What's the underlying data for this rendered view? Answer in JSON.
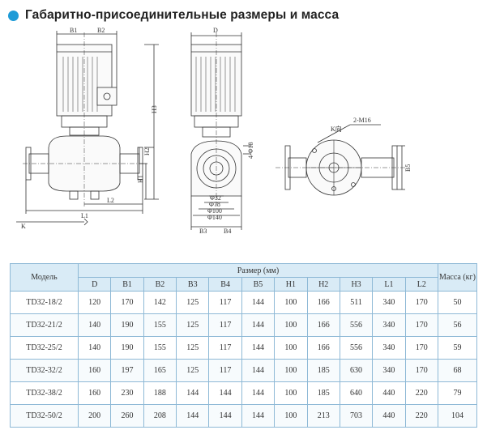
{
  "header": {
    "title": "Габаритно-присоединительные размеры и масса",
    "accent_color": "#1e9bd7"
  },
  "drawing": {
    "labels": {
      "b1": "B1",
      "b2": "B2",
      "h1": "H1",
      "h2": "H2",
      "h3": "H3",
      "l1": "L1",
      "l2": "L2",
      "k": "K",
      "d": "D",
      "b3": "B3",
      "b4": "B4",
      "b5": "B5",
      "n_d18": "4-Φ18",
      "d32": "Φ32",
      "d78": "Φ78",
      "d100": "Φ100",
      "d140": "Φ140",
      "k_view": "K向",
      "bolt": "2-M16"
    }
  },
  "table": {
    "model_header": "Модель",
    "size_header": "Размер (мм)",
    "mass_header": "Масса (кг)",
    "columns": [
      "D",
      "B1",
      "B2",
      "B3",
      "B4",
      "B5",
      "H1",
      "H2",
      "H3",
      "L1",
      "L2"
    ],
    "rows": [
      {
        "model": "TD32-18/2",
        "values": [
          "120",
          "170",
          "142",
          "125",
          "117",
          "144",
          "100",
          "166",
          "511",
          "340",
          "170"
        ],
        "mass": "50"
      },
      {
        "model": "TD32-21/2",
        "values": [
          "140",
          "190",
          "155",
          "125",
          "117",
          "144",
          "100",
          "166",
          "556",
          "340",
          "170"
        ],
        "mass": "56"
      },
      {
        "model": "TD32-25/2",
        "values": [
          "140",
          "190",
          "155",
          "125",
          "117",
          "144",
          "100",
          "166",
          "556",
          "340",
          "170"
        ],
        "mass": "59"
      },
      {
        "model": "TD32-32/2",
        "values": [
          "160",
          "197",
          "165",
          "125",
          "117",
          "144",
          "100",
          "185",
          "630",
          "340",
          "170"
        ],
        "mass": "68"
      },
      {
        "model": "TD32-38/2",
        "values": [
          "160",
          "230",
          "188",
          "144",
          "144",
          "144",
          "100",
          "185",
          "640",
          "440",
          "220"
        ],
        "mass": "79"
      },
      {
        "model": "TD32-50/2",
        "values": [
          "200",
          "260",
          "208",
          "144",
          "144",
          "144",
          "100",
          "213",
          "703",
          "440",
          "220"
        ],
        "mass": "104"
      }
    ]
  }
}
